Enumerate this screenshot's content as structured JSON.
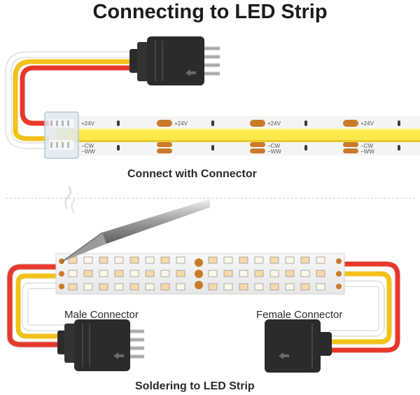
{
  "title": "Connecting to LED Strip",
  "captions": {
    "connector_method": "Connect with Connector",
    "solder_method": "Soldering to LED Strip"
  },
  "labels": {
    "male_connector": "Male Connector",
    "female_connector": "Female Connector"
  },
  "strip_pads": {
    "positive": "+24V",
    "cool_white": "−CW",
    "warm_white": "−WW"
  },
  "colors": {
    "wire_red": "#e8382b",
    "wire_yellow": "#f2c21b",
    "wire_white": "#ffffff",
    "cob_strip": "#fbe84a",
    "copper_pad": "#c97a2b",
    "connector_black": "#2b2b2b"
  }
}
